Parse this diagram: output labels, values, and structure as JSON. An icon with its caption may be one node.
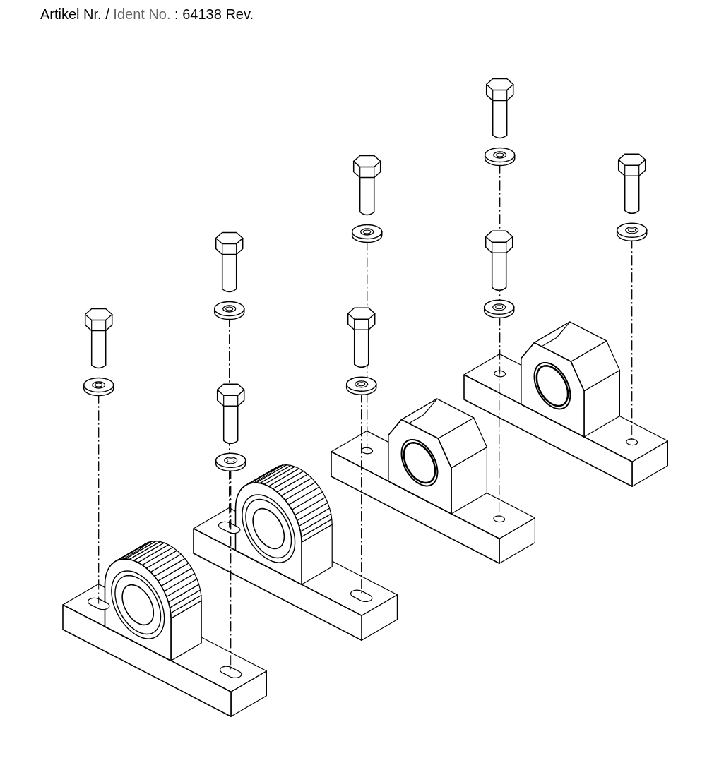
{
  "diagram": {
    "labels": [
      "Artikel Nr. /",
      "Ident No.",
      ": 64138 Rev."
    ]
  }
}
